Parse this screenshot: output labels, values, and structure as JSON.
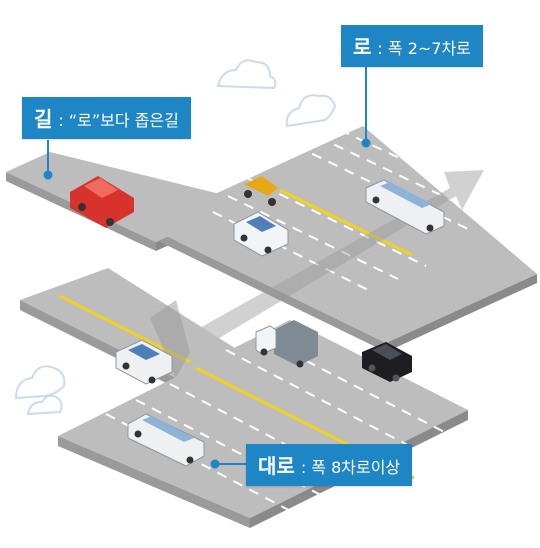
{
  "labels": {
    "ro": {
      "term": "로",
      "desc": ": 폭 2~7차로"
    },
    "gil": {
      "term": "길",
      "desc": ": “로”보다 좁은길"
    },
    "daero": {
      "term": "대로",
      "desc": ": 폭 8차로이상"
    }
  },
  "colors": {
    "accent": "#1f86c6",
    "road": "#bdbdbd",
    "road_side": "#9a9a9a",
    "center_line": "#f2d21b",
    "lane_line": "#ffffff",
    "cloud_outline": "#c9dced"
  },
  "icons": [
    "cloud-icon",
    "red-car-icon",
    "white-car-icon",
    "limousine-icon",
    "truck-icon",
    "black-suv-icon",
    "motorcycle-icon",
    "direction-arrow-icon"
  ]
}
